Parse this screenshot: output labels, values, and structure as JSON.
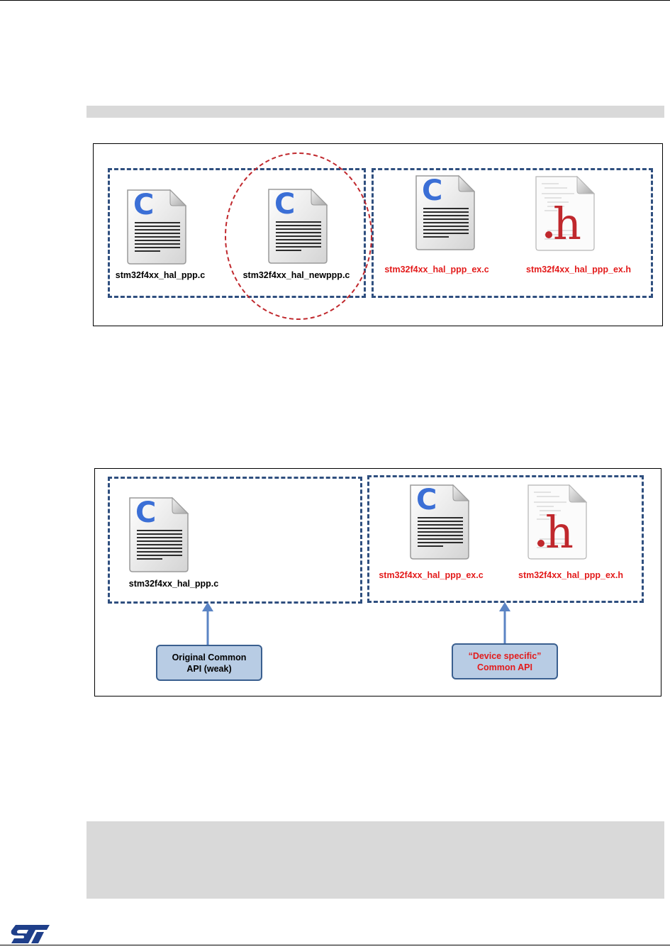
{
  "figure1": {
    "files": [
      {
        "name": "stm32f4xx_hal_ppp.c",
        "kind": "c",
        "color": "#000000"
      },
      {
        "name": "stm32f4xx_hal_newppp.c",
        "kind": "c",
        "color": "#000000"
      },
      {
        "name": "stm32f4xx_hal_ppp_ex.c",
        "kind": "c",
        "color": "#e31b1b"
      },
      {
        "name": "stm32f4xx_hal_ppp_ex.h",
        "kind": "h",
        "color": "#e31b1b"
      }
    ]
  },
  "figure2": {
    "files": [
      {
        "name": "stm32f4xx_hal_ppp.c",
        "kind": "c",
        "color": "#000000"
      },
      {
        "name": "stm32f4xx_hal_ppp_ex.c",
        "kind": "c",
        "color": "#e31b1b"
      },
      {
        "name": "stm32f4xx_hal_ppp_ex.h",
        "kind": "h",
        "color": "#e31b1b"
      }
    ],
    "callouts": {
      "left": {
        "line1": "Original Common",
        "line2": "API (weak)",
        "color": "#000000"
      },
      "right": {
        "line1": "“Device specific”",
        "line2": "Common  API",
        "color": "#e31b1b"
      }
    }
  },
  "icons": {
    "c_file": "c-source-file-icon",
    "h_file": "header-file-icon",
    "logo": "st-logo"
  },
  "colors": {
    "dash": "#2f4f7f",
    "highlight_circle": "#c0282d",
    "arrow": "#5b84c4",
    "c_letter": "#3b6fd6",
    "h_letter": "#c0282d"
  }
}
